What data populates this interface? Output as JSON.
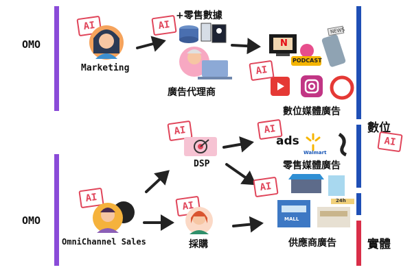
{
  "left_labels": {
    "top": "OMO",
    "bottom": "OMO"
  },
  "right_labels": {
    "digital": "數位",
    "physical": "實體"
  },
  "ai_badge": "AI",
  "nodes": {
    "marketing": "Marketing",
    "data": "+零售數據",
    "agency": "廣告代理商",
    "digital_media": "數位媒體廣告",
    "dsp": "DSP",
    "retail_media": "零售媒體廣告",
    "omni_sales": "OmniChannel Sales",
    "purchasing": "採購",
    "supplier_ads": "供應商廣告"
  },
  "icon_text": {
    "netflix": "N",
    "podcast": "PODCAST",
    "news": "NEWS",
    "ads": "ads",
    "walmart": "Walmart",
    "mall": "MALL",
    "store_24h": "24h"
  },
  "colors": {
    "omo_bar": "#8a4bd8",
    "digital_bar": "#1f4fb5",
    "physical_bar": "#d92e48",
    "ai_red": "#e0455a",
    "arrow": "#222222"
  }
}
